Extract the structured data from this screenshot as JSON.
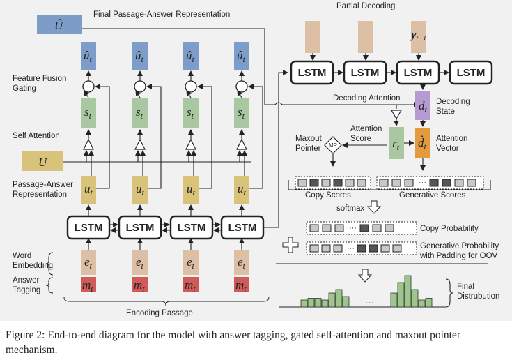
{
  "labels": {
    "final_passage_answer": "Final Passage-Answer Representation",
    "partial_decoding": "Partial Decoding",
    "feature_fusion": [
      "Feature Fusion",
      "Gating"
    ],
    "self_attention": "Self Attention",
    "passage_answer_rep": [
      "Passage-Answer",
      "Representation"
    ],
    "word_embedding": [
      "Word",
      "Embedding"
    ],
    "answer_tagging": [
      "Answer",
      "Tagging"
    ],
    "encoding_passage": "Encoding Passage",
    "decoding_attention": "Decoding Attention",
    "decoding_state": [
      "Decoding",
      "State"
    ],
    "attention_score": [
      "Attention",
      "Score"
    ],
    "attention_vector": [
      "Attention",
      "Vector"
    ],
    "maxout_pointer": [
      "Maxout",
      "Pointer"
    ],
    "mp": "MP",
    "copy_scores": "Copy Scores",
    "generative_scores": "Generative Scores",
    "softmax": "softmax",
    "copy_probability": "Copy Probability",
    "generative_probability": [
      "Generative Probability",
      "with Padding for OOV"
    ],
    "final_distribution": [
      "Final",
      "Distrubution"
    ],
    "lstm": "LSTM",
    "dots": "···"
  },
  "math": {
    "U_hat": "Û",
    "U": "U",
    "u_hat_t": "ût",
    "s_t": "st",
    "u_t": "ut",
    "e_t": "et",
    "m_t": "mt",
    "y_prev": "yt−1",
    "d_t": "dt",
    "d_hat_t": "d̂t",
    "r_t": "rt"
  },
  "colors": {
    "blue": "#7d9cc8",
    "green": "#a9c7a0",
    "tan": "#d9c27a",
    "beige": "#ddbfa6",
    "red": "#d05a5a",
    "purple": "#b89ad2",
    "orange": "#e49a3e",
    "bar_green": "#9cc68a"
  },
  "score_cells": {
    "copy": [
      "light",
      "dark",
      "light",
      "dark",
      "light",
      "light"
    ],
    "generative": [
      "light",
      "light",
      "light",
      "dots",
      "dark",
      "dark",
      "light",
      "light"
    ]
  },
  "histogram": {
    "left": [
      4,
      5,
      5,
      4,
      8,
      10,
      6
    ],
    "right": [
      8,
      14,
      18,
      10,
      4,
      5
    ]
  },
  "caption": "Figure 2: End-to-end diagram for the model with answer tagging, gated self-attention and maxout pointer mechanism."
}
